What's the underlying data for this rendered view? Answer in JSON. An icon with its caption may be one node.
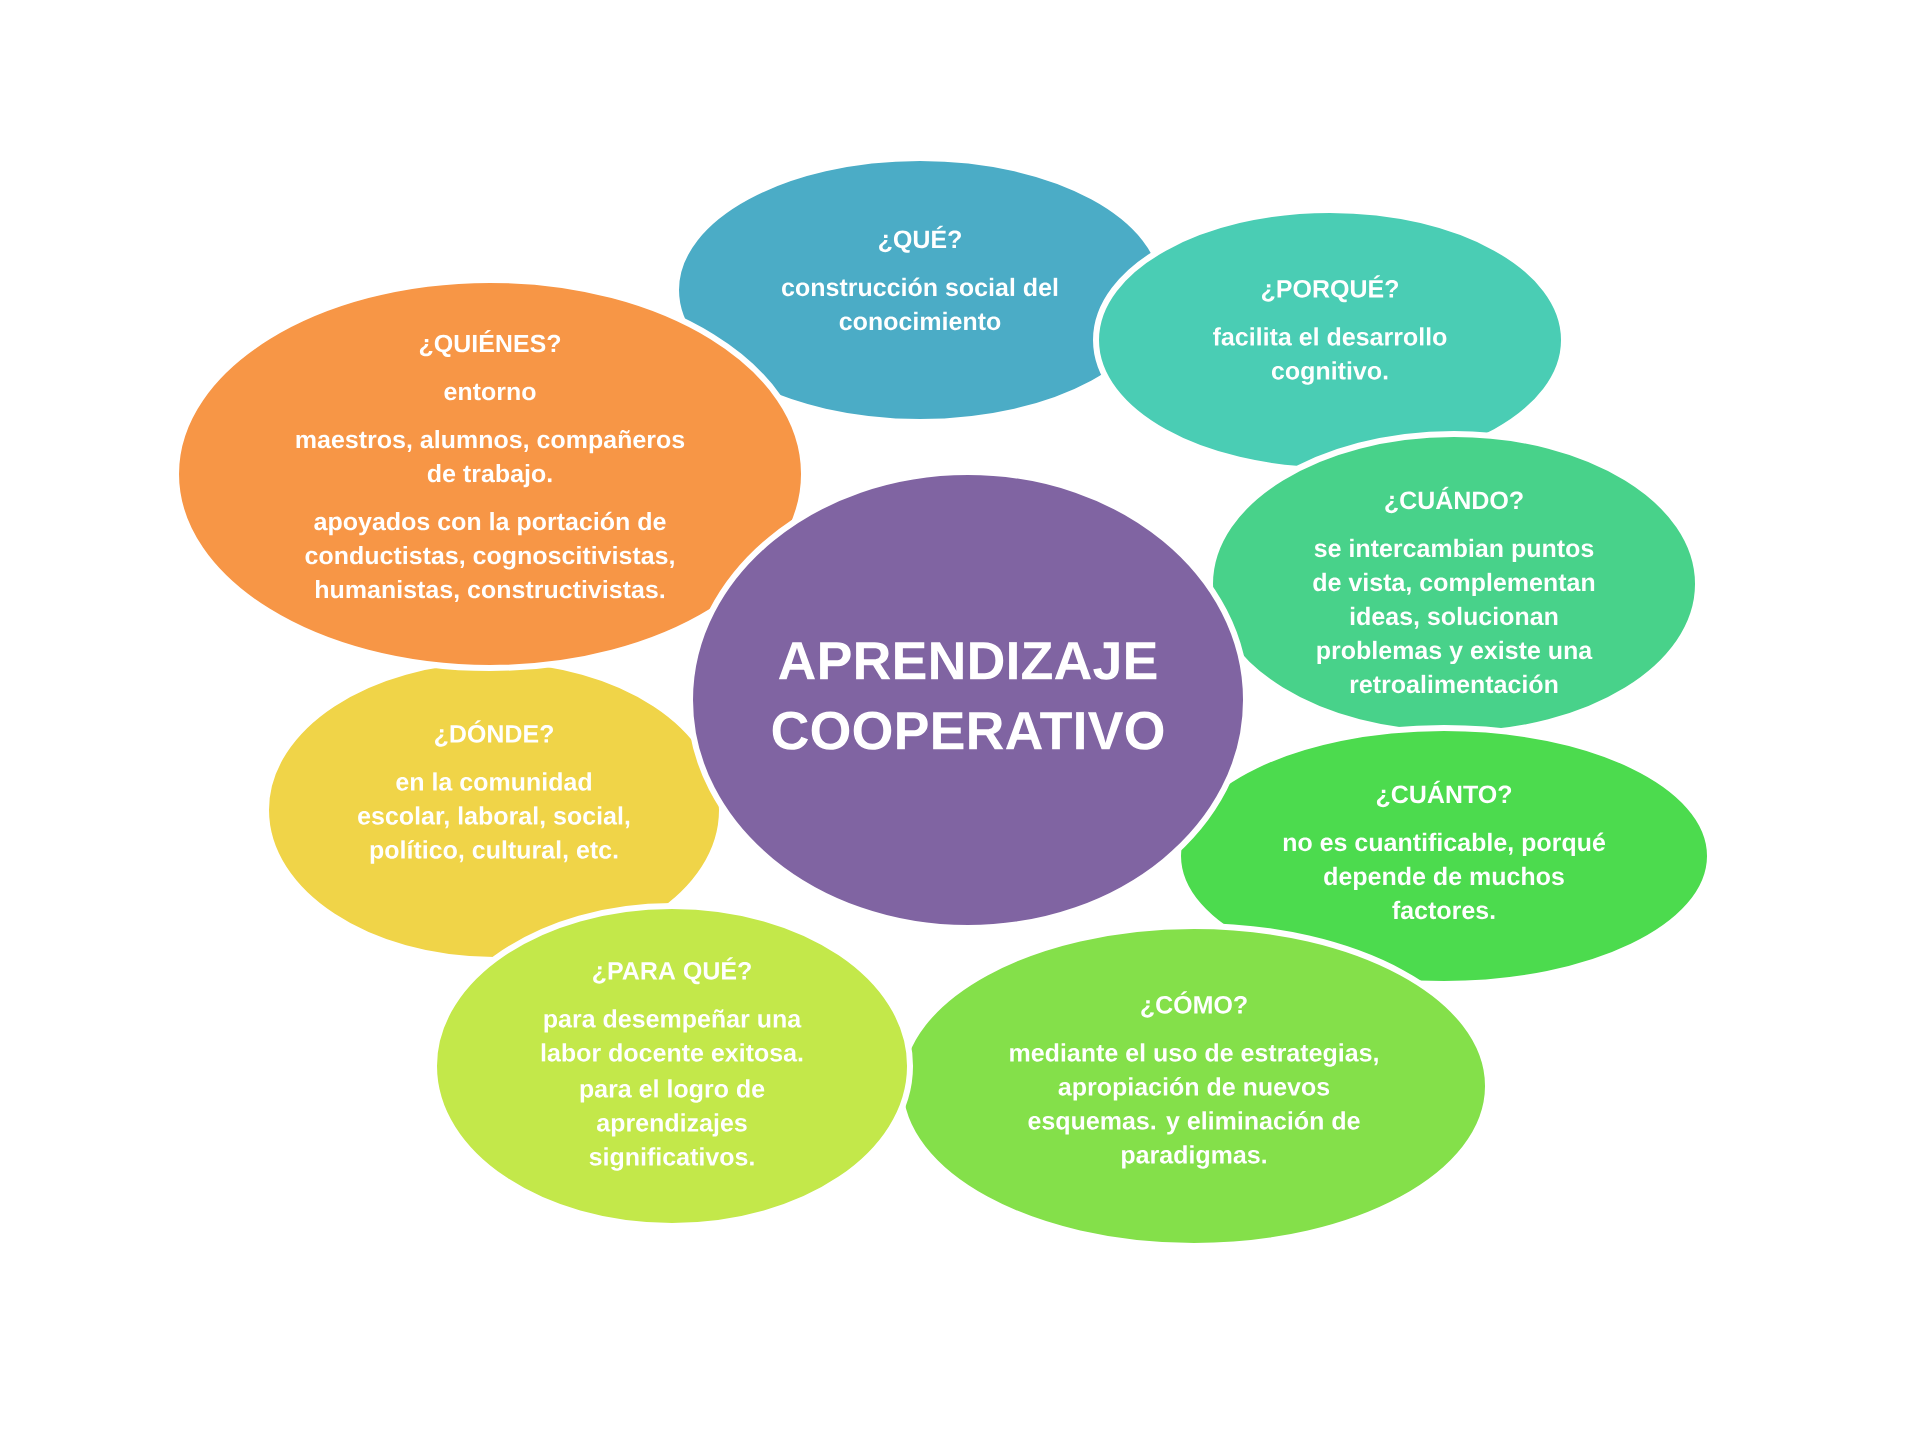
{
  "diagram": {
    "nodes": [
      {
        "text": [
          "¿QUÉ?",
          "construcción social del conocimiento"
        ]
      },
      {
        "text": [
          "¿PORQUÉ?",
          "facilita el desarrollo cognitivo."
        ]
      },
      {
        "text": [
          "¿QUIÉNES?",
          "entorno",
          "maestros, alumnos, compañeros de trabajo.",
          "apoyados con la portación de conductistas, cognoscitivistas, humanistas, constructivistas."
        ]
      },
      {
        "text": [
          "¿CUÁNDO?",
          "se intercambian puntos de vista, complementan ideas, solucionan problemas y existe una retroalimentación"
        ]
      },
      {
        "text": [
          "APRENDIZAJE COOPERATIVO"
        ]
      },
      {
        "text": [
          "¿DÓNDE?",
          "en la comunidad escolar, laboral, social, político, cultural, etc."
        ]
      },
      {
        "text": [
          "¿CUÁNTO?",
          "no es cuantificable, porqué depende de muchos factores."
        ]
      },
      {
        "text": [
          "¿PARA QUÉ?",
          "para desempeñar una labor docente exitosa.",
          "para el logro de aprendizajes significativos."
        ]
      },
      {
        "text": [
          "¿CÓMO?",
          "mediante el uso de estrategias, apropiación de nuevos esquemas. y eliminación de paradigmas."
        ]
      }
    ]
  }
}
